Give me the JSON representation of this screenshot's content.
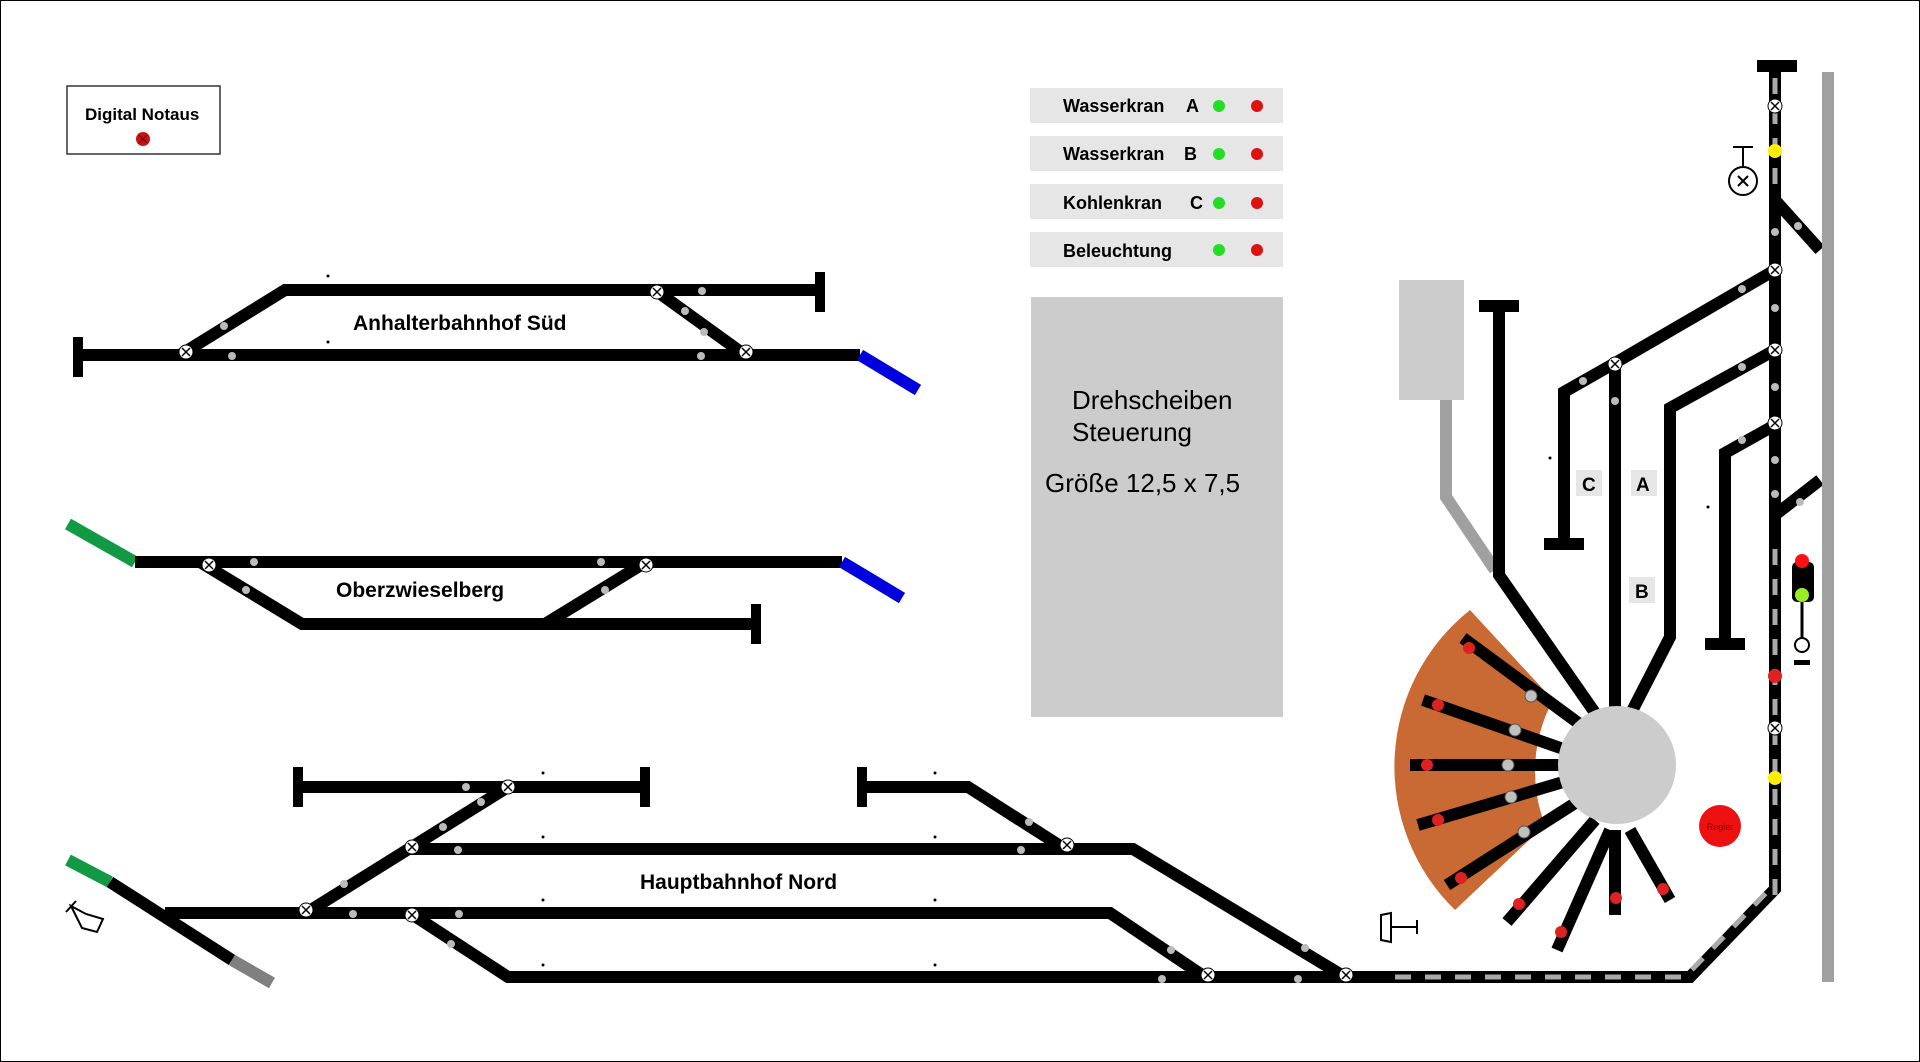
{
  "title": "Gleisbildstellwerk",
  "notaus": {
    "label": "Digital Notaus",
    "icon": "emergency-stop-icon"
  },
  "stations": {
    "sued": "Anhalterbahnhof  Süd",
    "ober": "Oberzwieselberg",
    "nord": "Hauptbahnhof  Nord"
  },
  "controls": [
    {
      "label": "Wasserkran",
      "letter": "A",
      "on_color": "#22dd22",
      "off_color": "#e01010"
    },
    {
      "label": "Wasserkran",
      "letter": "B",
      "on_color": "#22dd22",
      "off_color": "#e01010"
    },
    {
      "label": "Kohlenkran",
      "letter": "C",
      "on_color": "#22dd22",
      "off_color": "#e01010"
    },
    {
      "label": "Beleuchtung",
      "letter": "",
      "on_color": "#22dd22",
      "off_color": "#e01010"
    }
  ],
  "turntable_panel": {
    "line1": "Drehscheiben",
    "line2": "Steuerung",
    "size": "Größe 12,5 x 7,5"
  },
  "track_labels": {
    "a": "A",
    "b": "B",
    "c": "C"
  },
  "regler": {
    "label": "Regler",
    "color": "#ee1111"
  },
  "colors": {
    "track": "#000000",
    "panel": "#cccccc",
    "turntable": "#cccccc",
    "shed": "#c96a35",
    "exit_blue": "#0000dd",
    "exit_green": "#119944",
    "exit_gray": "#808080",
    "signal_red": "#ff1010",
    "signal_green": "#99ee22",
    "occupancy_yellow": "#ffee00"
  }
}
